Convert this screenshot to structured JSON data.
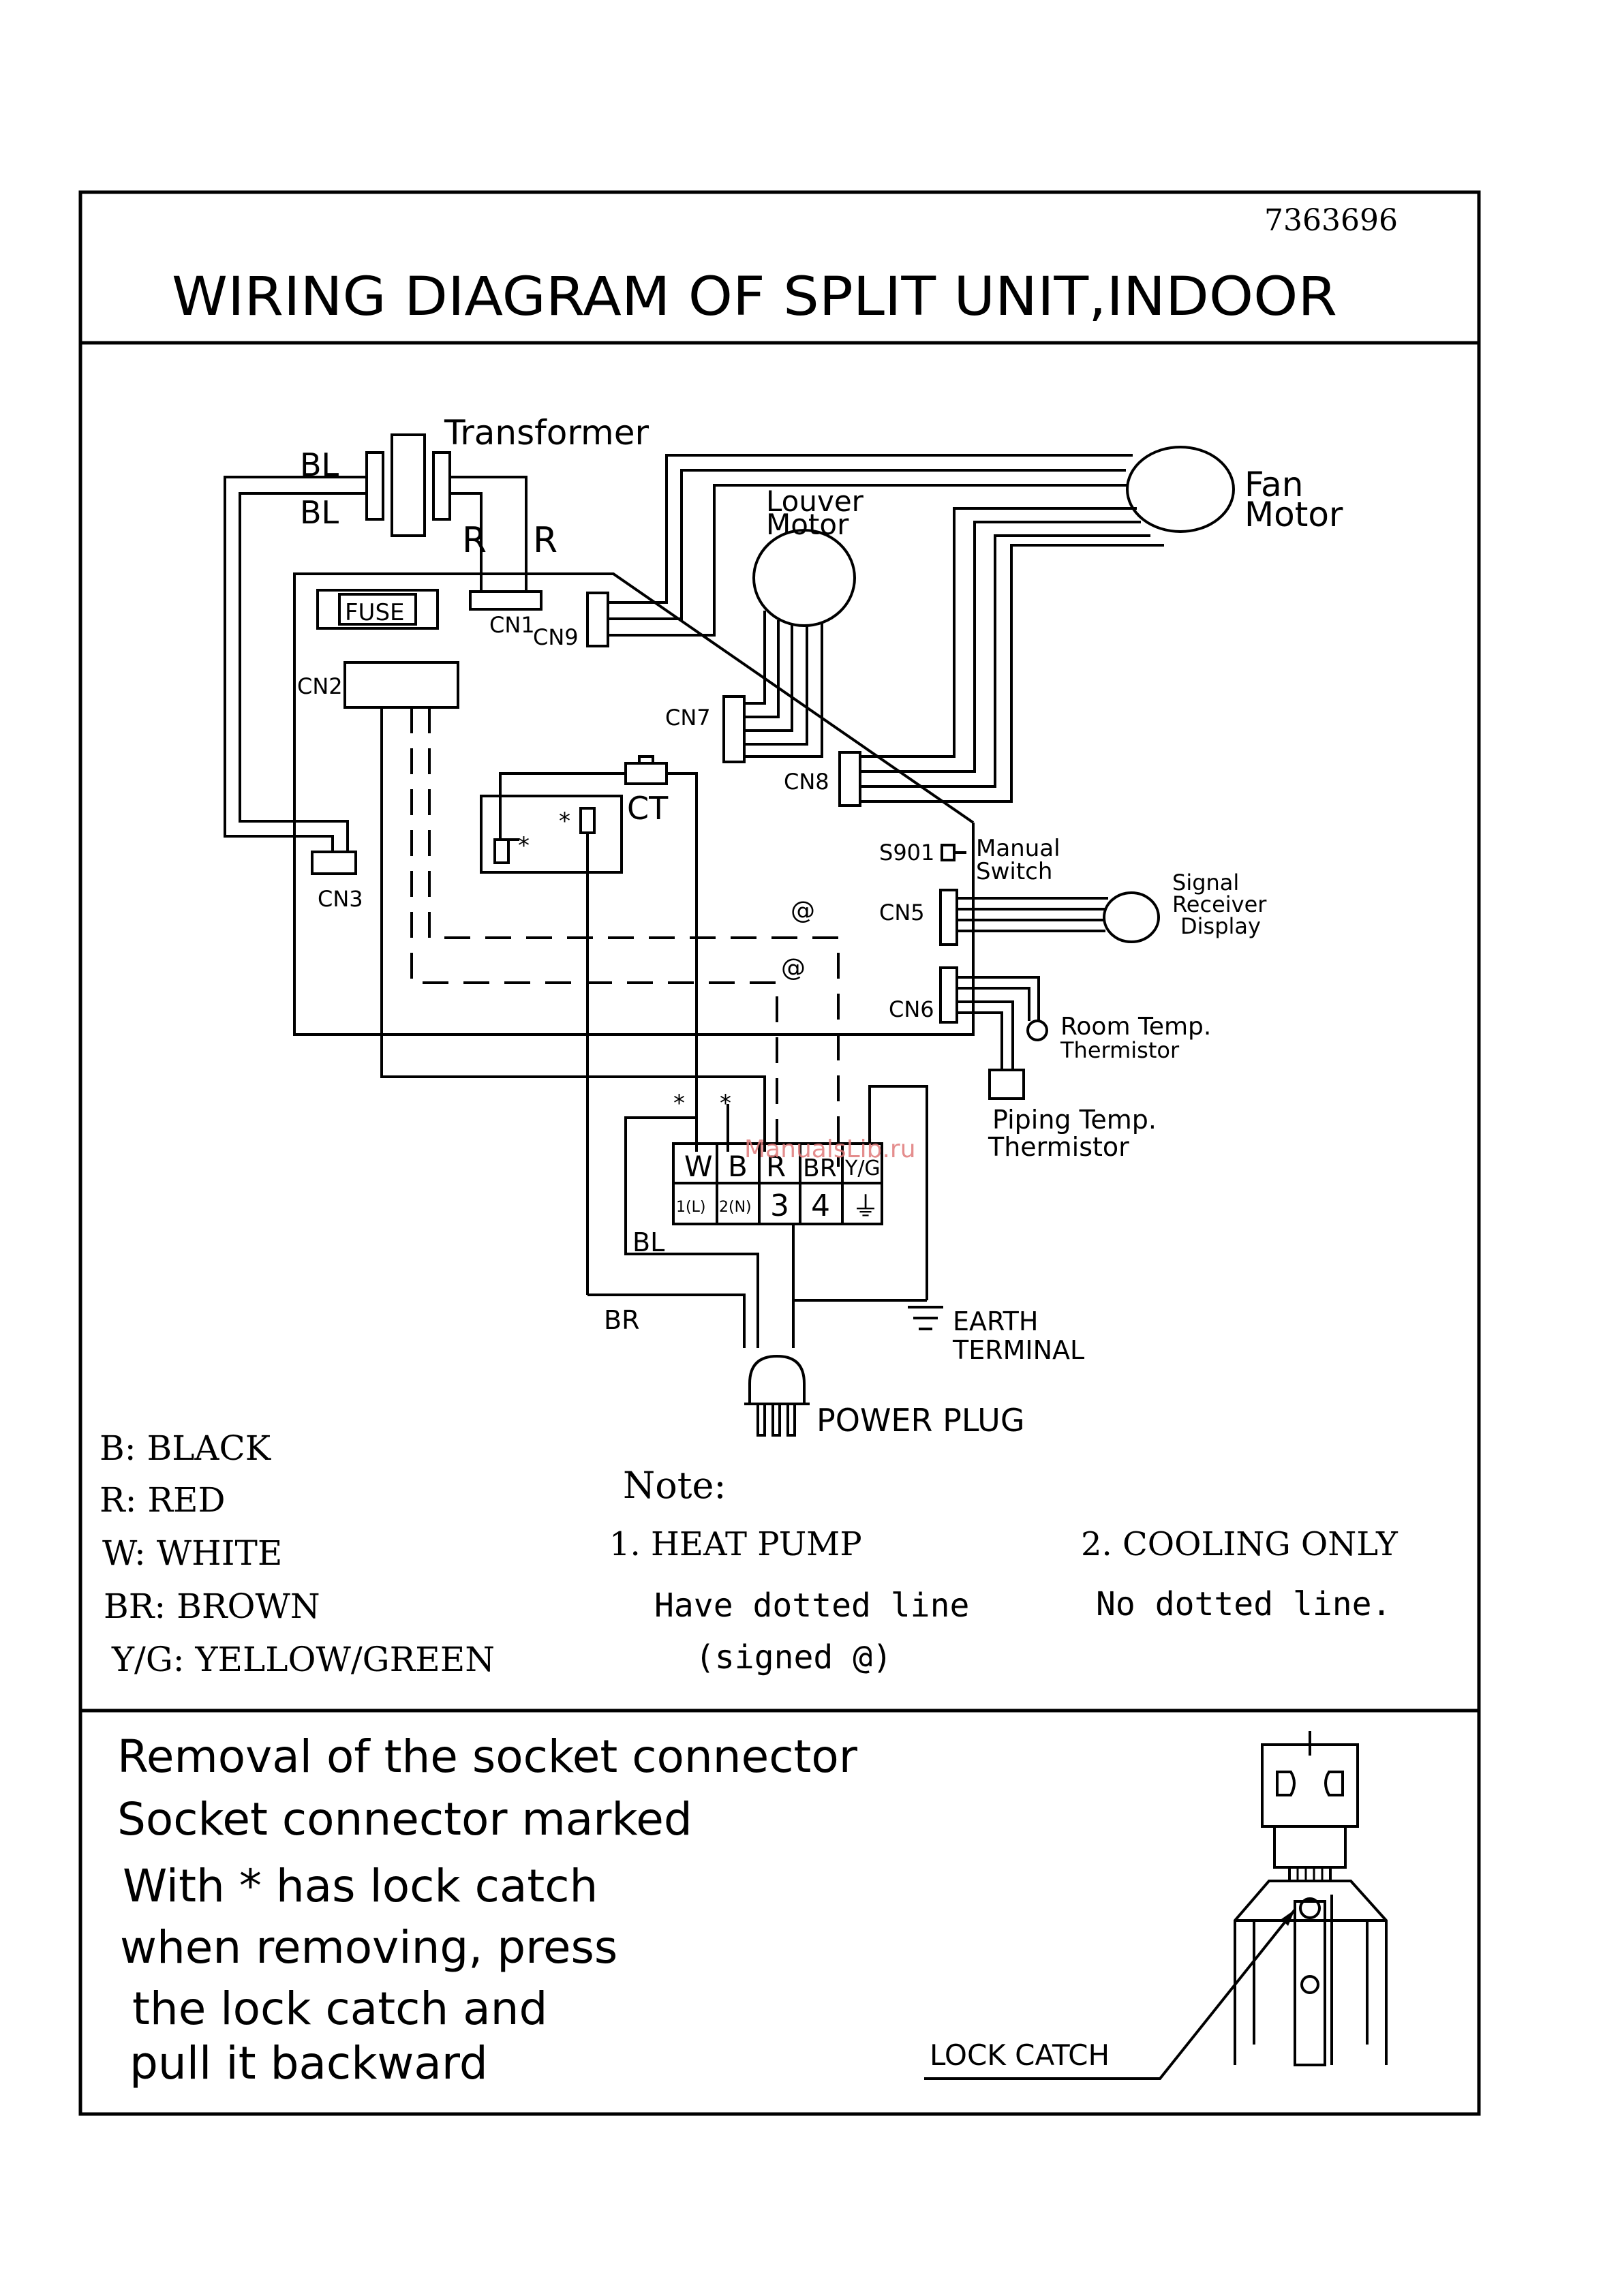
{
  "document_number": "7363696",
  "title": "WIRING DIAGRAM OF SPLIT UNIT,INDOOR",
  "components": {
    "transformer": "Transformer",
    "fuse": "FUSE",
    "louver_motor_line1": "Louver",
    "louver_motor_line2": "Motor",
    "fan_motor_line1": "Fan",
    "fan_motor_line2": "Motor",
    "ct": "CT",
    "s901": "S901",
    "manual_switch_line1": "Manual",
    "manual_switch_line2": "Switch",
    "signal_receiver_line1": "Signal",
    "signal_receiver_line2": "Receiver",
    "signal_receiver_line3": "Display",
    "room_temp_line1": "Room Temp.",
    "room_temp_line2": "Thermistor",
    "piping_temp_line1": "Piping Temp.",
    "piping_temp_line2": "Thermistor",
    "earth_line1": "EARTH",
    "earth_line2": "TERMINAL",
    "power_plug": "POWER PLUG",
    "at_mark": "@",
    "lock_mark": "*"
  },
  "connectors": {
    "cn1": "CN1",
    "cn2": "CN2",
    "cn3": "CN3",
    "cn5": "CN5",
    "cn6": "CN6",
    "cn7": "CN7",
    "cn8": "CN8",
    "cn9": "CN9"
  },
  "wire_labels": {
    "bl_top": "BL",
    "bl_bottom": "BL",
    "r_left": "R",
    "r_right": "R",
    "bl_terminal": "BL",
    "br_terminal": "BR"
  },
  "terminal_block": {
    "top": [
      "W",
      "B",
      "R",
      "BR",
      "Y/G"
    ],
    "bottom": [
      "1(L)",
      "2(N)",
      "3",
      "4",
      "⏚"
    ]
  },
  "watermark": "ManualsLib.ru",
  "legend": [
    "B: BLACK",
    "R: RED",
    "W: WHITE",
    "BR: BROWN",
    "Y/G: YELLOW/GREEN"
  ],
  "note": {
    "heading": "Note:",
    "item1_title": "1. HEAT PUMP",
    "item1_line1": "Have dotted line",
    "item1_line2": "(signed @)",
    "item2_title": "2. COOLING ONLY",
    "item2_line1": "No dotted line."
  },
  "removal": {
    "line1": "Removal of the socket connector",
    "line2": "Socket connector marked",
    "line3": "With  * has lock catch",
    "line4": "when removing, press",
    "line5": "the lock catch and",
    "line6": "pull it backward",
    "lock_catch": "LOCK CATCH"
  }
}
